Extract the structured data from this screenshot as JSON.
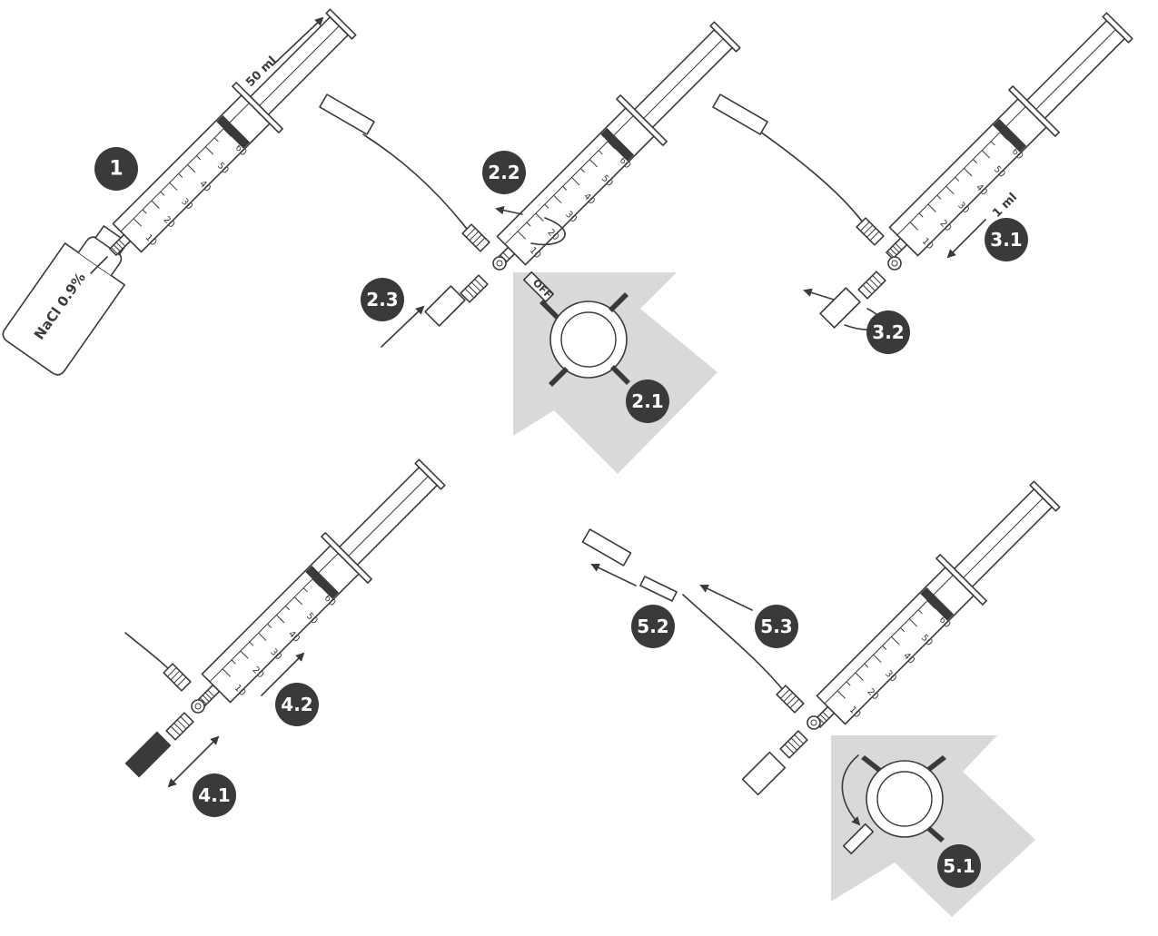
{
  "steps": {
    "s1": "1",
    "s2_1": "2.1",
    "s2_2": "2.2",
    "s2_3": "2.3",
    "s3_1": "3.1",
    "s3_2": "3.2",
    "s4_1": "4.1",
    "s4_2": "4.2",
    "s5_1": "5.1",
    "s5_2": "5.2",
    "s5_3": "5.3"
  },
  "labels": {
    "volume_50": "50 ml",
    "volume_1": "1 ml",
    "vial": "NaCl 0.9%",
    "valve_off": "OFF"
  },
  "syringe_scale": [
    "10",
    "20",
    "30",
    "40",
    "50",
    "60"
  ]
}
